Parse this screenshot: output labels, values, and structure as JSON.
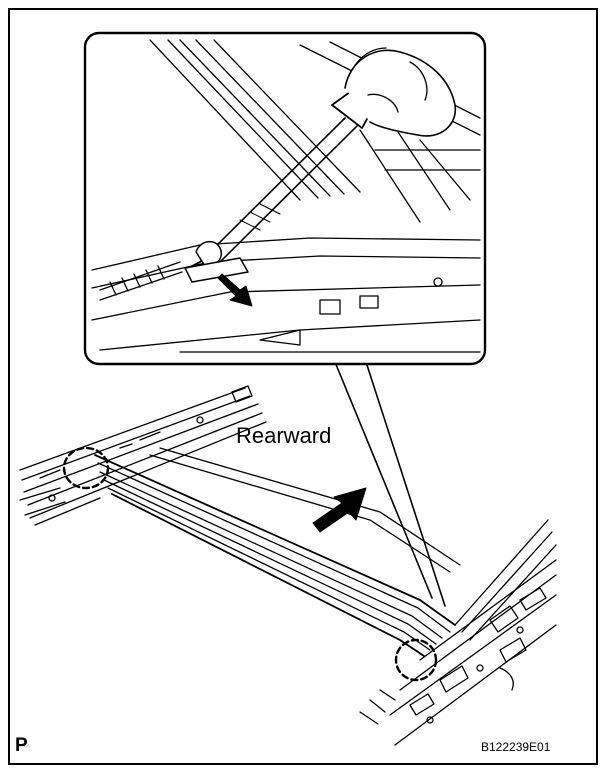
{
  "labels": {
    "direction": "Rearward",
    "corner_mark": "P",
    "figure_code": "B122239E01"
  },
  "colors": {
    "line": "#000000",
    "background": "#ffffff"
  },
  "icons": [
    "arrow-rearward-icon",
    "arrow-pull-icon",
    "clip-highlight-icon",
    "screwdriver-icon",
    "hand-icon"
  ]
}
